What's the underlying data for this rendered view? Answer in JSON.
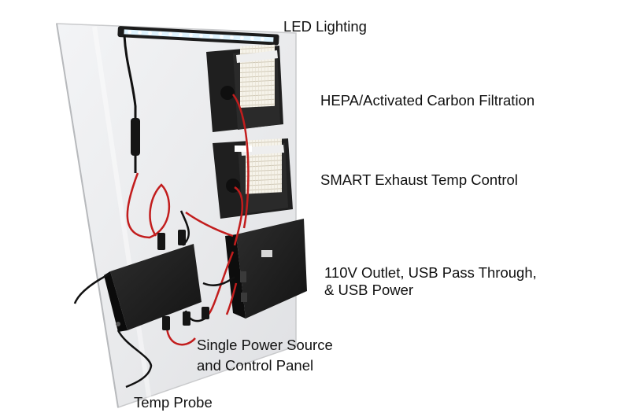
{
  "labels": {
    "led": "LED Lighting",
    "filtration": "HEPA/Activated Carbon Filtration",
    "exhaust": "SMART Exhaust Temp Control",
    "outlet_line1": "110V Outlet, USB Pass Through,",
    "outlet_line2": "& USB Power",
    "power_line1": "Single Power Source",
    "power_line2": "and Control Panel",
    "probe": "Temp Probe"
  },
  "colors": {
    "background": "#ffffff",
    "panel": "#ecedef",
    "device": "#1e1e1e",
    "cable_red": "#c21d1d",
    "cable_black": "#111111",
    "led": "#dff4ff"
  }
}
